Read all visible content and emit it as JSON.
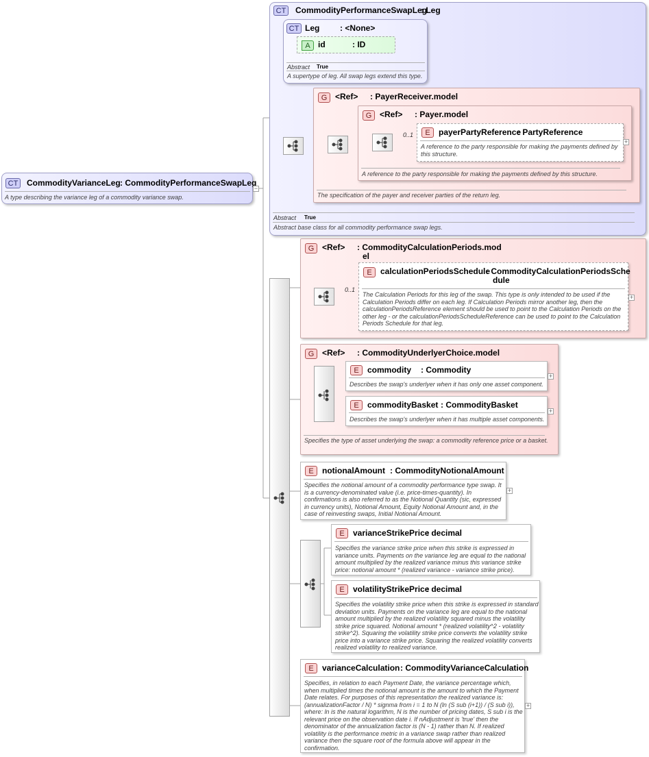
{
  "root": {
    "badge": "CT",
    "name": "CommodityVarianceLeg",
    "type": ": CommodityPerformanceSwapLeg",
    "description": "A type describing the variance leg of a commodity variance swap."
  },
  "base": {
    "badge": "CT",
    "name": "CommodityPerformanceSwapLeg",
    "type": ": Leg",
    "abstract_label": "Abstract",
    "abstract_value": "True",
    "description": "Abstract base class for all commodity performance swap legs.",
    "leg": {
      "badge": "CT",
      "name": "Leg",
      "type": ": <None>",
      "attr_badge": "A",
      "attr_name": "id",
      "attr_type": ": ID",
      "abstract_label": "Abstract",
      "abstract_value": "True",
      "description": "A supertype of leg. All swap legs extend this type."
    },
    "payer_receiver": {
      "badge": "G",
      "name": "<Ref>",
      "type": ": PayerReceiver.model",
      "description": "The specification of the payer and receiver parties of the return leg.",
      "payer": {
        "badge": "G",
        "name": "<Ref>",
        "type": ": Payer.model",
        "description": "A reference to the party responsible for making the payments defined by this structure.",
        "cardinality": "0..1",
        "element": {
          "badge": "E",
          "name": "payerPartyReference",
          "type": ": PartyReference",
          "description": "A reference to the party responsible for making the payments defined by this structure."
        }
      }
    }
  },
  "calc_periods": {
    "badge": "G",
    "name": "<Ref>",
    "type_l1": ": CommodityCalculationPeriods.mod",
    "type_l2": "el",
    "cardinality": "0..1",
    "element": {
      "badge": "E",
      "name": "calculationPeriodsSchedule",
      "type_l1": ": CommodityCalculationPeriodsSche",
      "type_l2": "dule",
      "description": "The Calculation Periods for this leg of the swap. This type is only intended to be used if the Calculation Periods differ on each leg. If Calculation Periods mirror another leg, then the calculationPeriodsReference element should be used to point to the Calculation Periods on the other leg - or the calculationPeriodsScheduleReference can be used to point to the Calculation Periods Schedule for that leg."
    }
  },
  "underlyer": {
    "badge": "G",
    "name": "<Ref>",
    "type": ": CommodityUnderlyerChoice.model",
    "description": "Specifies the type of asset underlying the swap: a commodity reference price or a basket.",
    "commodity": {
      "badge": "E",
      "name": "commodity",
      "type": ": Commodity",
      "description": "Describes the swap's underlyer when it has only one asset component."
    },
    "basket": {
      "badge": "E",
      "name": "commodityBasket",
      "type": ": CommodityBasket",
      "description": "Describes the swap's underlyer when it has multiple asset components."
    }
  },
  "notional": {
    "badge": "E",
    "name": "notionalAmount",
    "type": ": CommodityNotionalAmount",
    "description": "Specifies the notional amount of a commodity performance type swap. It is a currency-denominated value (i.e. price-times-quantity). In confirmations is also referred to as the Notional Quantity (sic, expressed in currency units), Notional Amount, Equity Notional Amount and, in the case of reinvesting swaps, Initial Notional Amount."
  },
  "variance_strike": {
    "badge": "E",
    "name": "varianceStrikePrice",
    "type": ": decimal",
    "description": "Specifies the variance strike price when this strike is expressed in variance units. Payments on the variance leg are equal to the national amount multiplied by the realized variance minus this variance strike price: notional amount * (realized variance - variance strike price)."
  },
  "volatility_strike": {
    "badge": "E",
    "name": "volatilityStrikePrice",
    "type": ": decimal",
    "description": "Specifies the volatility strike price when this strike is expressed in standard deviation units. Payments on the variance leg are equal to the national amount multiplied by the realized volatility squared minus the volatility strike price squared. Notional amount * (realized volatility^2 - volatility strike^2). Squaring the volatility strike price converts the volatility strike price into a variance strike price. Squaring the realized volatility converts realized volatility to realized variance."
  },
  "variance_calc": {
    "badge": "E",
    "name": "varianceCalculation",
    "type": ": CommodityVarianceCalculation",
    "description": "Specifies, in relation to each Payment Date, the variance percentage which, when multiplied times the notional amount is the amount to which the Payment Date relates. For purposes of this representation the realized variance is: (annualizationFactor / N) * signma from i = 1 to N (ln (S sub (i+1)) / (S sub i)), where: ln is the natural logarithm, N is the number of pricing dates, S sub i is the relevant price on the observation date i. If nAdjustment is 'true' then the denominator of the annualization factor is (N - 1) rather than N. If realized volatility is the performance metric in a variance swap rather than realized variance then the square root of the formula above will appear in the confirmation."
  },
  "colors": {
    "complex_type": "#dcdcfc",
    "group": "#fcdcdc",
    "attribute": "#e6ffe6",
    "connector": "#a0a0a0"
  }
}
